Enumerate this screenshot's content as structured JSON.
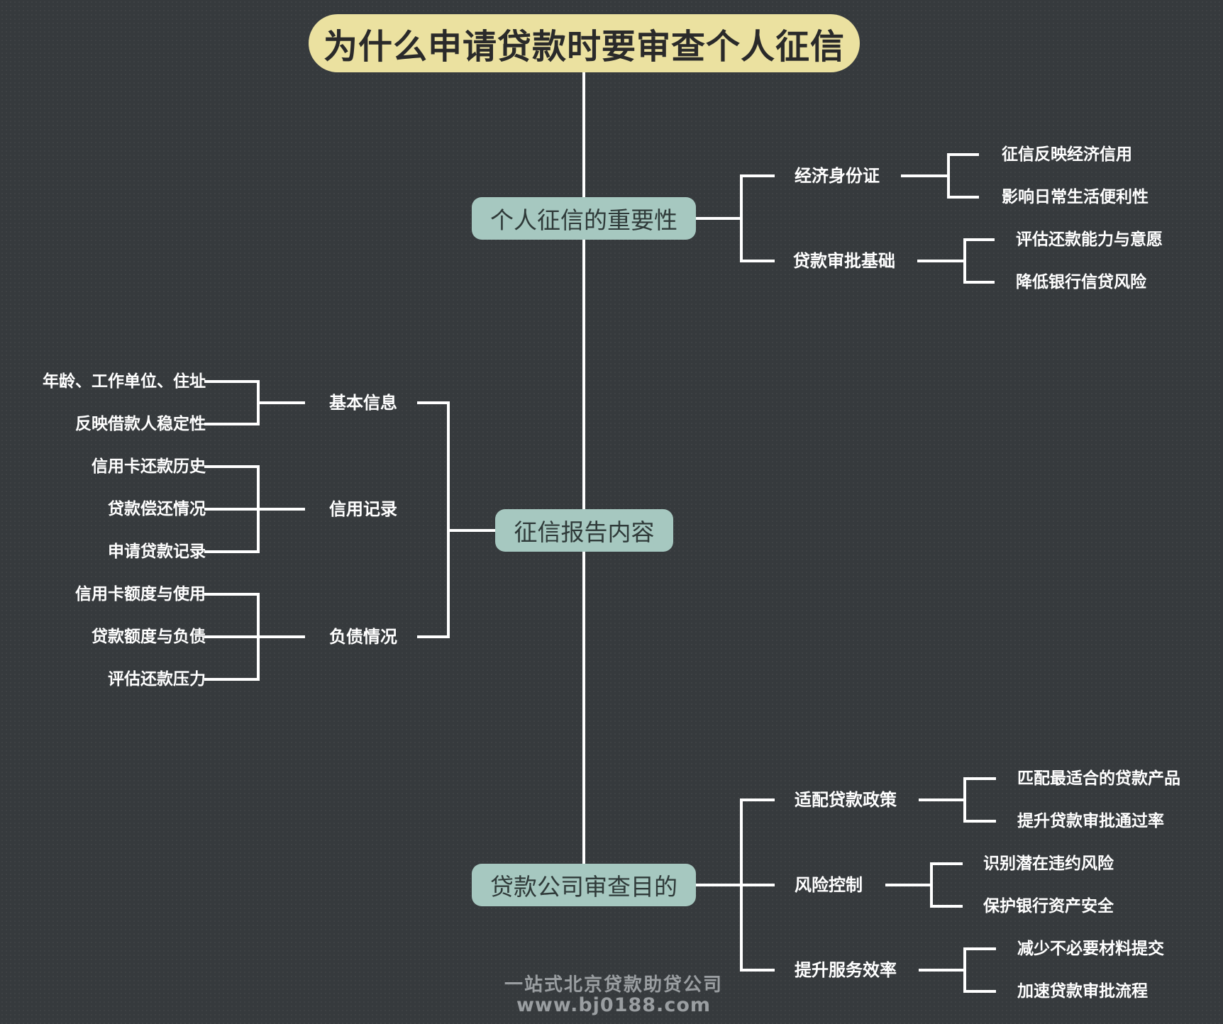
{
  "title": "为什么申请贷款时要审查个人征信",
  "branches": [
    {
      "label": "个人征信的重要性",
      "children": [
        {
          "label": "经济身份证",
          "leaves": [
            "征信反映经济信用",
            "影响日常生活便利性"
          ]
        },
        {
          "label": "贷款审批基础",
          "leaves": [
            "评估还款能力与意愿",
            "降低银行信贷风险"
          ]
        }
      ]
    },
    {
      "label": "征信报告内容",
      "children": [
        {
          "label": "基本信息",
          "leaves": [
            "年龄、工作单位、住址",
            "反映借款人稳定性"
          ]
        },
        {
          "label": "信用记录",
          "leaves": [
            "信用卡还款历史",
            "贷款偿还情况",
            "申请贷款记录"
          ]
        },
        {
          "label": "负债情况",
          "leaves": [
            "信用卡额度与使用",
            "贷款额度与负债",
            "评估还款压力"
          ]
        }
      ]
    },
    {
      "label": "贷款公司审查目的",
      "children": [
        {
          "label": "适配贷款政策",
          "leaves": [
            "匹配最适合的贷款产品",
            "提升贷款审批通过率"
          ]
        },
        {
          "label": "风险控制",
          "leaves": [
            "识别潜在违约风险",
            "保护银行资产安全"
          ]
        },
        {
          "label": "提升服务效率",
          "leaves": [
            "减少不必要材料提交",
            "加速贷款审批流程"
          ]
        }
      ]
    }
  ],
  "watermark": {
    "line1": "一站式北京贷款助贷公司",
    "line2": "www.bj0188.com"
  },
  "colors": {
    "background": "#363a3d",
    "title_fill": "#ebe1a0",
    "node_fill": "#a6c8c0",
    "connector": "#ffffff"
  }
}
